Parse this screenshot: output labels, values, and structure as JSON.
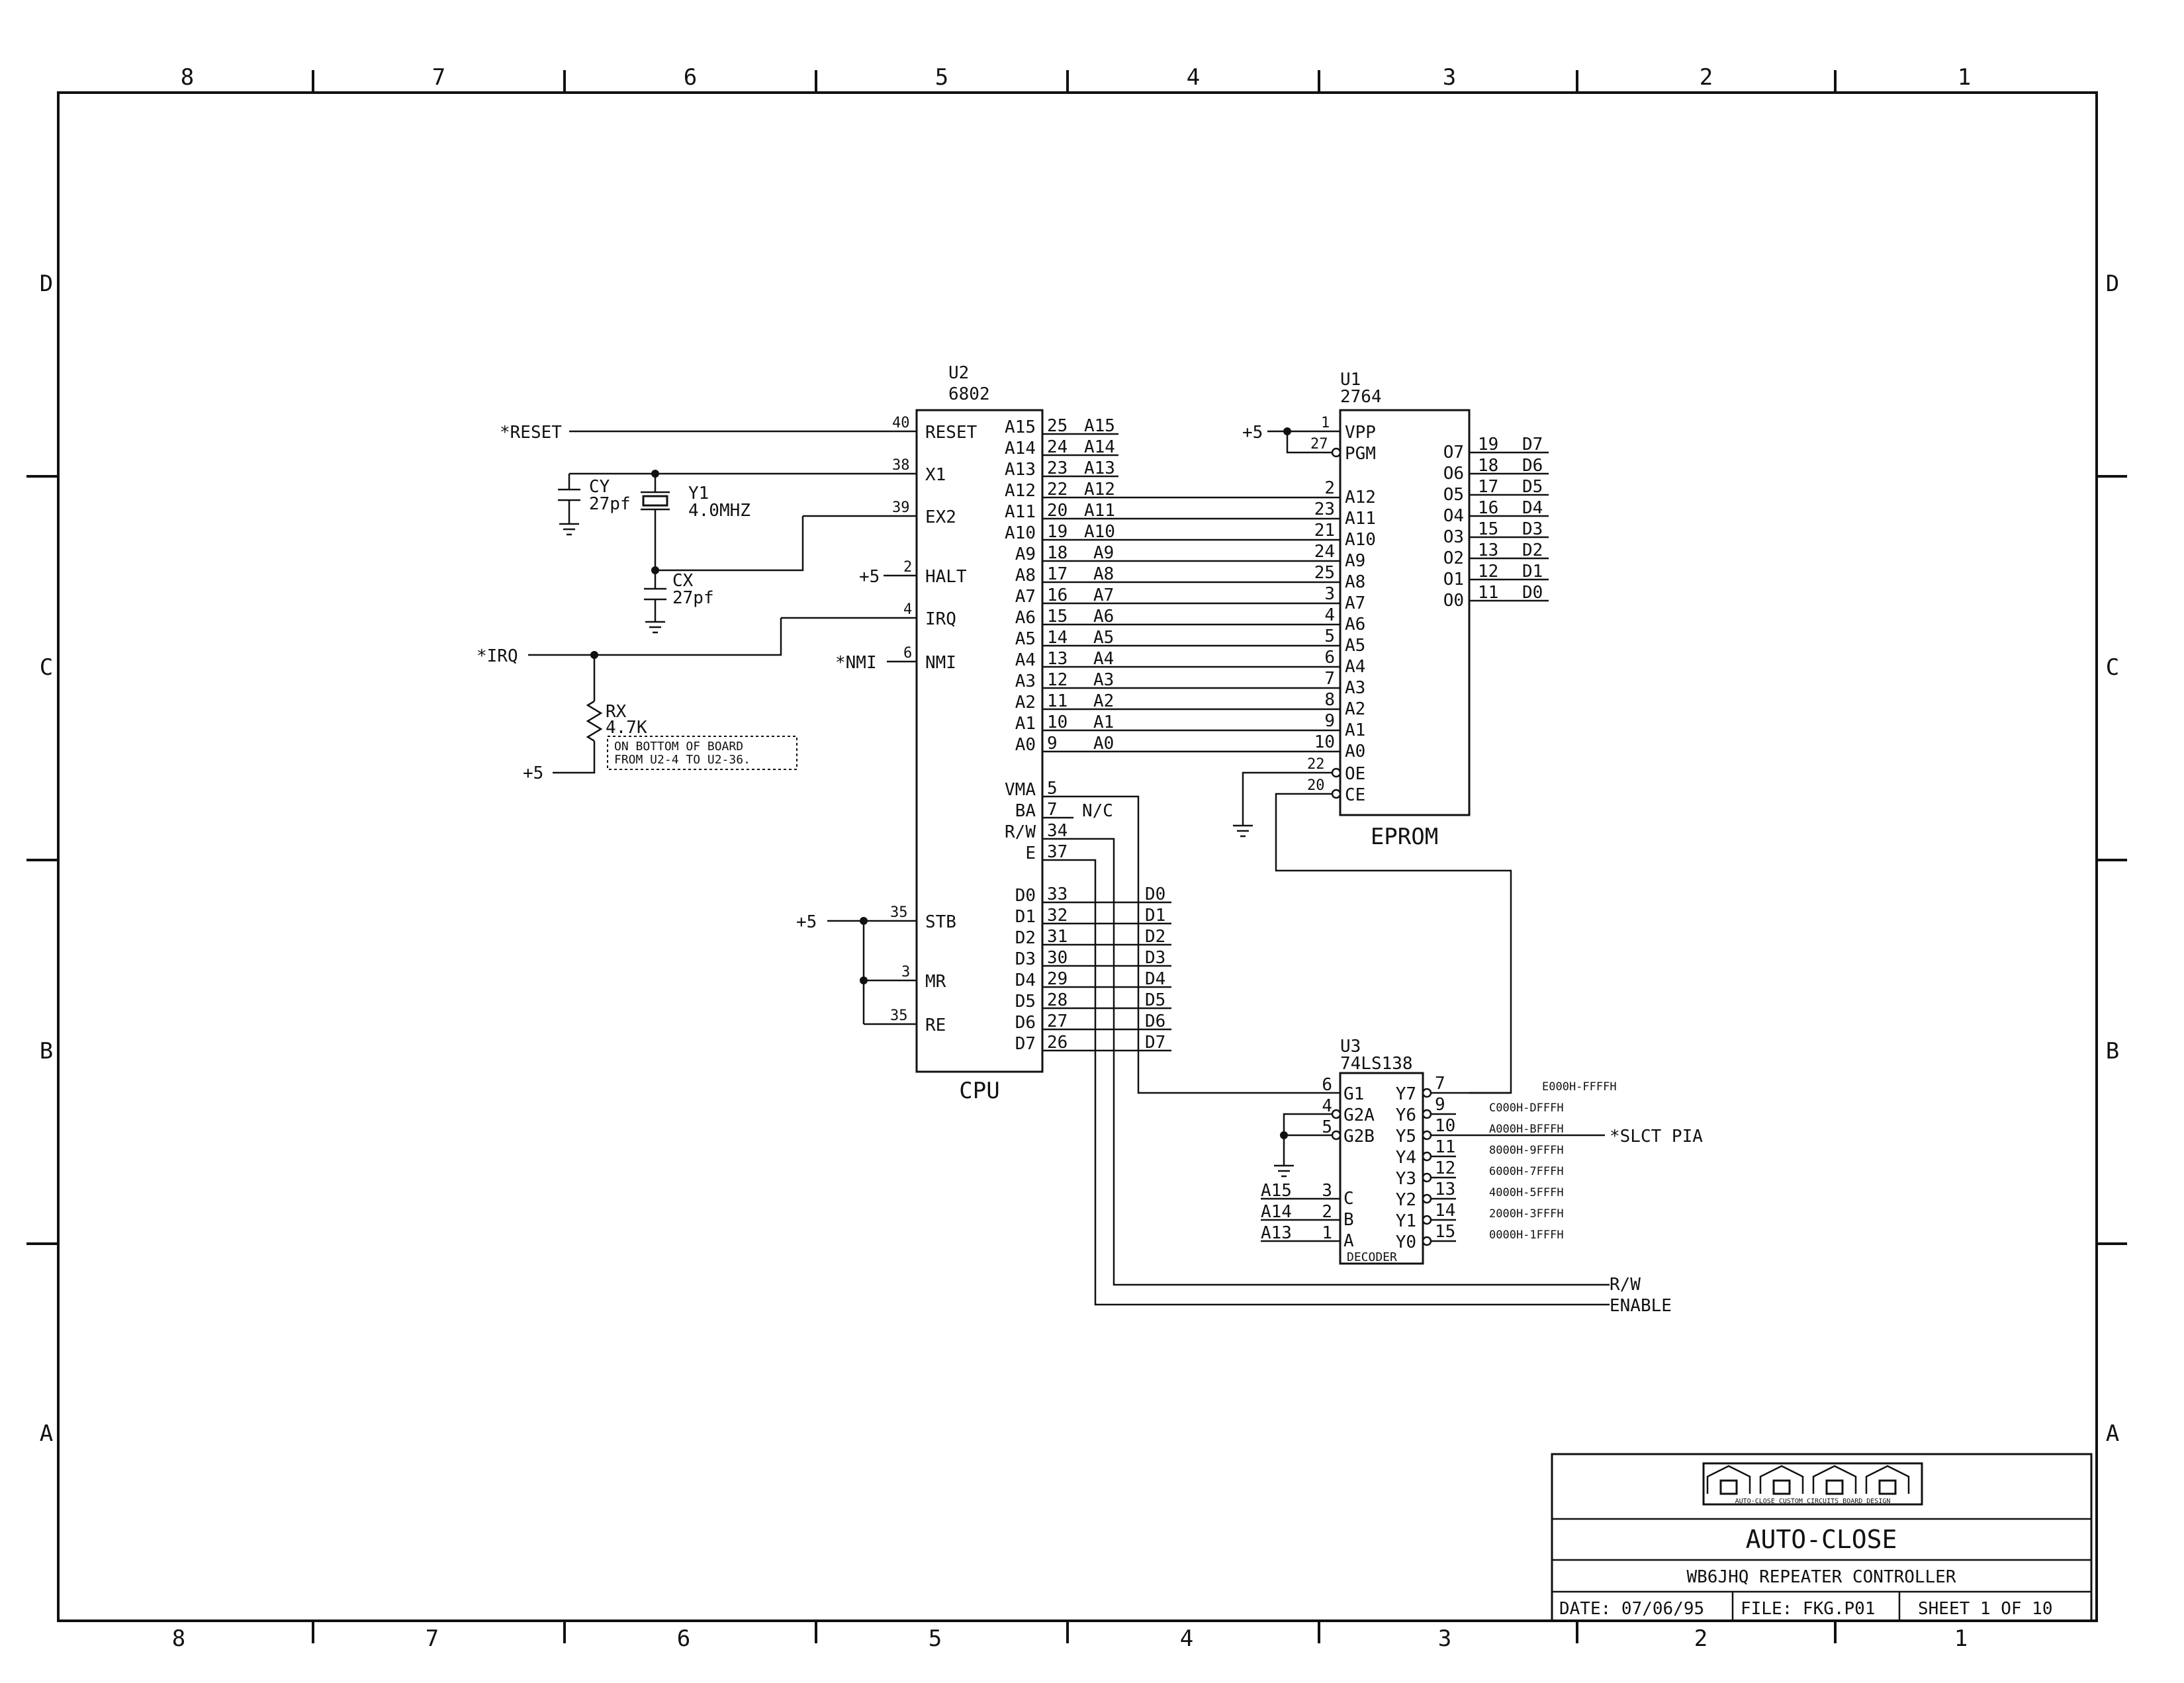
{
  "zones": {
    "columns": [
      "8",
      "7",
      "6",
      "5",
      "4",
      "3",
      "2",
      "1"
    ],
    "rows": [
      "D",
      "C",
      "B",
      "A"
    ]
  },
  "u2": {
    "ref": "U2",
    "part": "6802",
    "label": "CPU",
    "left_pins": [
      {
        "name": "RESET",
        "num": "40",
        "net": "*RESET"
      },
      {
        "name": "X1",
        "num": "38"
      },
      {
        "name": "EX2",
        "num": "39"
      },
      {
        "name": "HALT",
        "num": "2",
        "net": "+5"
      },
      {
        "name": "IRQ",
        "num": "4"
      },
      {
        "name": "NMI",
        "num": "6",
        "net": "*NMI"
      },
      {
        "name": "STB",
        "num": "35",
        "net": "+5"
      },
      {
        "name": "MR",
        "num": "3"
      },
      {
        "name": "RE",
        "num": "35"
      }
    ],
    "address_pins": [
      {
        "name": "A15",
        "num": "25",
        "net": "A15"
      },
      {
        "name": "A14",
        "num": "24",
        "net": "A14"
      },
      {
        "name": "A13",
        "num": "23",
        "net": "A13"
      },
      {
        "name": "A12",
        "num": "22",
        "net": "A12"
      },
      {
        "name": "A11",
        "num": "20",
        "net": "A11"
      },
      {
        "name": "A10",
        "num": "19",
        "net": "A10"
      },
      {
        "name": "A9",
        "num": "18",
        "net": "A9"
      },
      {
        "name": "A8",
        "num": "17",
        "net": "A8"
      },
      {
        "name": "A7",
        "num": "16",
        "net": "A7"
      },
      {
        "name": "A6",
        "num": "15",
        "net": "A6"
      },
      {
        "name": "A5",
        "num": "14",
        "net": "A5"
      },
      {
        "name": "A4",
        "num": "13",
        "net": "A4"
      },
      {
        "name": "A3",
        "num": "12",
        "net": "A3"
      },
      {
        "name": "A2",
        "num": "11",
        "net": "A2"
      },
      {
        "name": "A1",
        "num": "10",
        "net": "A1"
      },
      {
        "name": "A0",
        "num": "9",
        "net": "A0"
      }
    ],
    "control_pins": [
      {
        "name": "VMA",
        "num": "5"
      },
      {
        "name": "BA",
        "num": "7",
        "net": "N/C"
      },
      {
        "name": "R/W",
        "num": "34"
      },
      {
        "name": "E",
        "num": "37"
      }
    ],
    "data_pins": [
      {
        "name": "D0",
        "num": "33",
        "net": "D0"
      },
      {
        "name": "D1",
        "num": "32",
        "net": "D1"
      },
      {
        "name": "D2",
        "num": "31",
        "net": "D2"
      },
      {
        "name": "D3",
        "num": "30",
        "net": "D3"
      },
      {
        "name": "D4",
        "num": "29",
        "net": "D4"
      },
      {
        "name": "D5",
        "num": "28",
        "net": "D5"
      },
      {
        "name": "D6",
        "num": "27",
        "net": "D6"
      },
      {
        "name": "D7",
        "num": "26",
        "net": "D7"
      }
    ]
  },
  "u1": {
    "ref": "U1",
    "part": "2764",
    "label": "EPROM",
    "top_pins": [
      {
        "name": "VPP",
        "num": "1",
        "net": "+5"
      },
      {
        "name": "PGM",
        "num": "27"
      }
    ],
    "address_pins": [
      {
        "name": "A12",
        "num": "2"
      },
      {
        "name": "A11",
        "num": "23"
      },
      {
        "name": "A10",
        "num": "21"
      },
      {
        "name": "A9",
        "num": "24"
      },
      {
        "name": "A8",
        "num": "25"
      },
      {
        "name": "A7",
        "num": "3"
      },
      {
        "name": "A6",
        "num": "4"
      },
      {
        "name": "A5",
        "num": "5"
      },
      {
        "name": "A4",
        "num": "6"
      },
      {
        "name": "A3",
        "num": "7"
      },
      {
        "name": "A2",
        "num": "8"
      },
      {
        "name": "A1",
        "num": "9"
      },
      {
        "name": "A0",
        "num": "10"
      }
    ],
    "bottom_pins": [
      {
        "name": "OE",
        "num": "22"
      },
      {
        "name": "CE",
        "num": "20"
      }
    ],
    "outputs": [
      {
        "name": "O7",
        "num": "19",
        "net": "D7"
      },
      {
        "name": "O6",
        "num": "18",
        "net": "D6"
      },
      {
        "name": "O5",
        "num": "17",
        "net": "D5"
      },
      {
        "name": "O4",
        "num": "16",
        "net": "D4"
      },
      {
        "name": "O3",
        "num": "15",
        "net": "D3"
      },
      {
        "name": "O2",
        "num": "13",
        "net": "D2"
      },
      {
        "name": "O1",
        "num": "12",
        "net": "D1"
      },
      {
        "name": "O0",
        "num": "11",
        "net": "D0"
      }
    ]
  },
  "u3": {
    "ref": "U3",
    "part": "74LS138",
    "label": "DECODER",
    "inputs": [
      {
        "name": "G1",
        "num": "6"
      },
      {
        "name": "G2A",
        "num": "4"
      },
      {
        "name": "G2B",
        "num": "5"
      },
      {
        "name": "C",
        "num": "3",
        "net": "A15"
      },
      {
        "name": "B",
        "num": "2",
        "net": "A14"
      },
      {
        "name": "A",
        "num": "1",
        "net": "A13"
      }
    ],
    "outputs": [
      {
        "name": "Y7",
        "num": "7",
        "range": "E000H-FFFFH"
      },
      {
        "name": "Y6",
        "num": "9",
        "range": "C000H-DFFFH"
      },
      {
        "name": "Y5",
        "num": "10",
        "range": "A000H-BFFFH",
        "net": "*SLCT PIA"
      },
      {
        "name": "Y4",
        "num": "11",
        "range": "8000H-9FFFH"
      },
      {
        "name": "Y3",
        "num": "12",
        "range": "6000H-7FFFH"
      },
      {
        "name": "Y2",
        "num": "13",
        "range": "4000H-5FFFH"
      },
      {
        "name": "Y1",
        "num": "14",
        "range": "2000H-3FFFH"
      },
      {
        "name": "Y0",
        "num": "15",
        "range": "0000H-1FFFH"
      }
    ]
  },
  "parts": {
    "cy_ref": "CY",
    "cy_value": "27pf",
    "cx_ref": "CX",
    "cx_value": "27pf",
    "y1_ref": "Y1",
    "y1_value": "4.0MHZ",
    "rx_ref": "RX",
    "rx_value": "4.7K",
    "rx_note_line1": "ON BOTTOM OF BOARD",
    "rx_note_line2": "FROM U2-4 TO U2-36."
  },
  "nets": {
    "irq": "*IRQ",
    "plus5": "+5",
    "rw_out": "R/W",
    "enable_out": "ENABLE"
  },
  "title_block": {
    "logo_caption": "AUTO-CLOSE CUSTOM CIRCUITS BOARD DESIGN",
    "title": "AUTO-CLOSE",
    "subtitle": "WB6JHQ REPEATER CONTROLLER",
    "date": "DATE: 07/06/95",
    "file": "FILE: FKG.P01",
    "sheet": "SHEET 1 OF 10"
  }
}
